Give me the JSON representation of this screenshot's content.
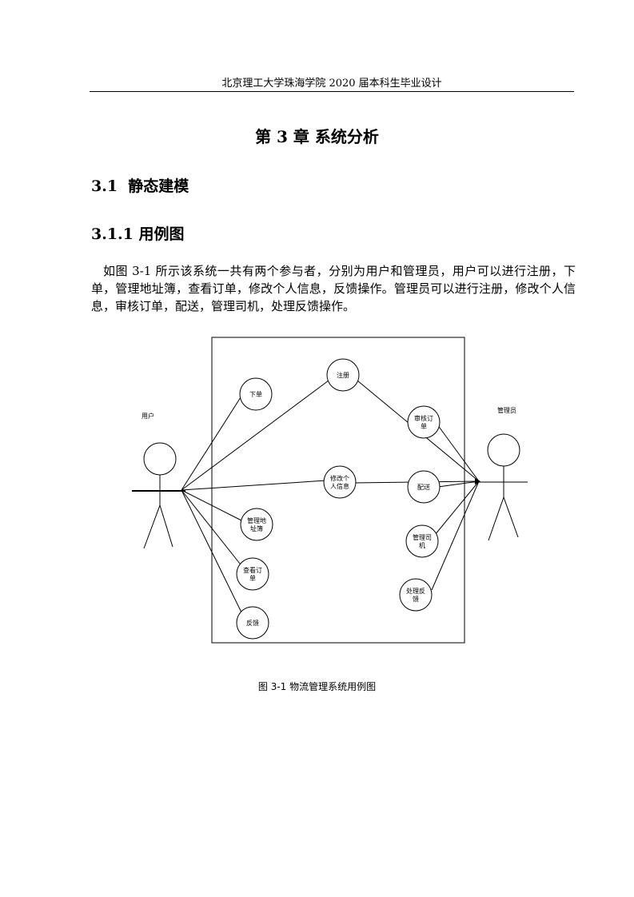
{
  "header": {
    "text": "北京理工大学珠海学院 2020 届本科生毕业设计"
  },
  "chapter_title": "第 3 章  系统分析",
  "section": {
    "number": "3.1",
    "title": "静态建模"
  },
  "subsection": {
    "number": "3.1.1",
    "title": "用例图"
  },
  "paragraph": "如图 3-1 所示该系统一共有两个参与者，分别为用户和管理员，用户可以进行注册，下单，管理地址簿，查看订单，修改个人信息，反馈操作。管理员可以进行注册，修改个人信息，审核订单，配送，管理司机，处理反馈操作。",
  "diagram": {
    "actors": {
      "user": "用户",
      "admin": "管理员"
    },
    "use_cases": {
      "register": "注册",
      "order": "下单",
      "edit_info": [
        "修改个",
        "人信息"
      ],
      "address_book": [
        "管理地",
        "址簿"
      ],
      "view_order": [
        "查看订",
        "单"
      ],
      "feedback": "反馈",
      "review_order": [
        "审核订",
        "单"
      ],
      "delivery": "配送",
      "manage_driver": [
        "管理司",
        "机"
      ],
      "handle_feedback": [
        "处理反",
        "馈"
      ]
    }
  },
  "caption": "图 3-1 物流管理系统用例图"
}
